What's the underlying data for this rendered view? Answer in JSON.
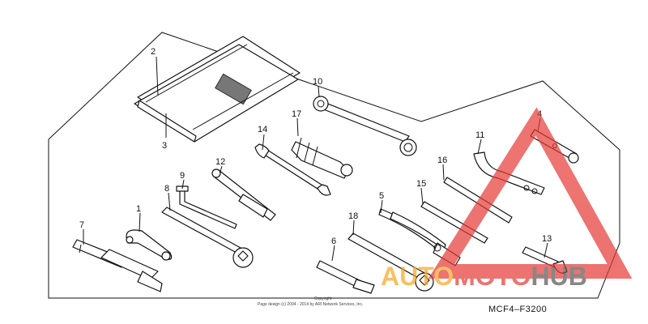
{
  "diagram": {
    "code": "MCF4–F3200",
    "copyright_line1": "Copyright",
    "copyright_line2": "Page design (c) 2004 - 2014 by ARI Network Services, Inc."
  },
  "callouts": [
    {
      "id": "1",
      "label": "1"
    },
    {
      "id": "2",
      "label": "2"
    },
    {
      "id": "3",
      "label": "3"
    },
    {
      "id": "4",
      "label": "4"
    },
    {
      "id": "5",
      "label": "5"
    },
    {
      "id": "6",
      "label": "6"
    },
    {
      "id": "7",
      "label": "7"
    },
    {
      "id": "8",
      "label": "8"
    },
    {
      "id": "9",
      "label": "9"
    },
    {
      "id": "10",
      "label": "10"
    },
    {
      "id": "11",
      "label": "11"
    },
    {
      "id": "12",
      "label": "12"
    },
    {
      "id": "13",
      "label": "13"
    },
    {
      "id": "14",
      "label": "14"
    },
    {
      "id": "15",
      "label": "15"
    },
    {
      "id": "16",
      "label": "16"
    },
    {
      "id": "17",
      "label": "17"
    },
    {
      "id": "18",
      "label": "18"
    }
  ],
  "watermark": {
    "part1": "AUTO",
    "part2": "MOTO",
    "part3": "HUB",
    "color_orange": "#f5a623",
    "color_red": "#e53935",
    "color_gray": "#555555"
  }
}
